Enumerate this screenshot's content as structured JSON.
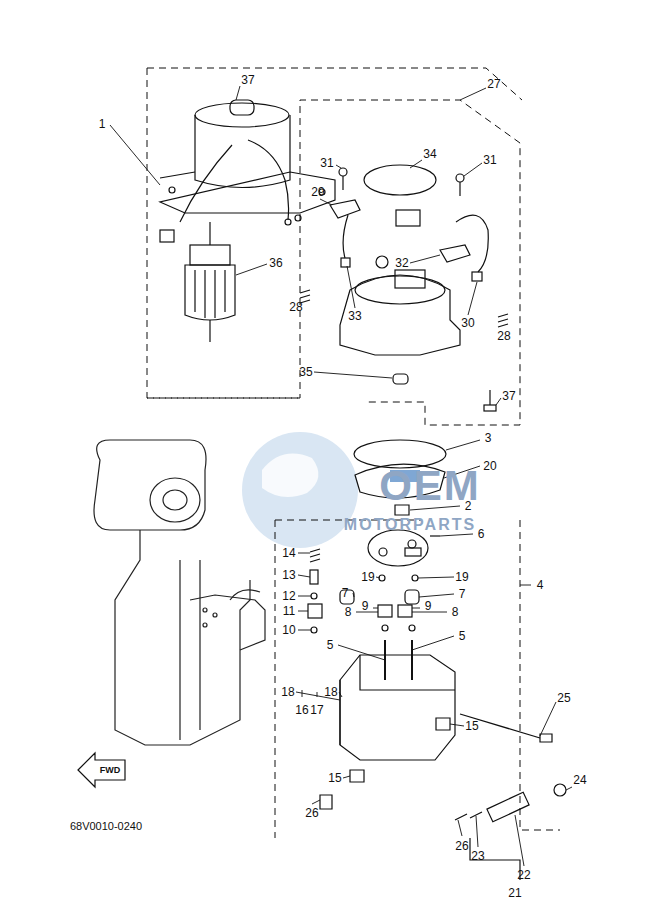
{
  "diagram": {
    "labels": [
      "1",
      "37",
      "27",
      "31",
      "34",
      "31",
      "29",
      "36",
      "32",
      "28",
      "33",
      "30",
      "28",
      "35",
      "37",
      "3",
      "20",
      "2",
      "6",
      "4",
      "14",
      "13",
      "19",
      "19",
      "12",
      "7",
      "7",
      "11",
      "8",
      "9",
      "9",
      "8",
      "10",
      "5",
      "5",
      "18",
      "16",
      "17",
      "18",
      "15",
      "25",
      "15",
      "26",
      "26",
      "23",
      "24",
      "22",
      "21",
      "FWD",
      "68V0010-0240",
      "OEM",
      "MOTORPARTS"
    ]
  }
}
